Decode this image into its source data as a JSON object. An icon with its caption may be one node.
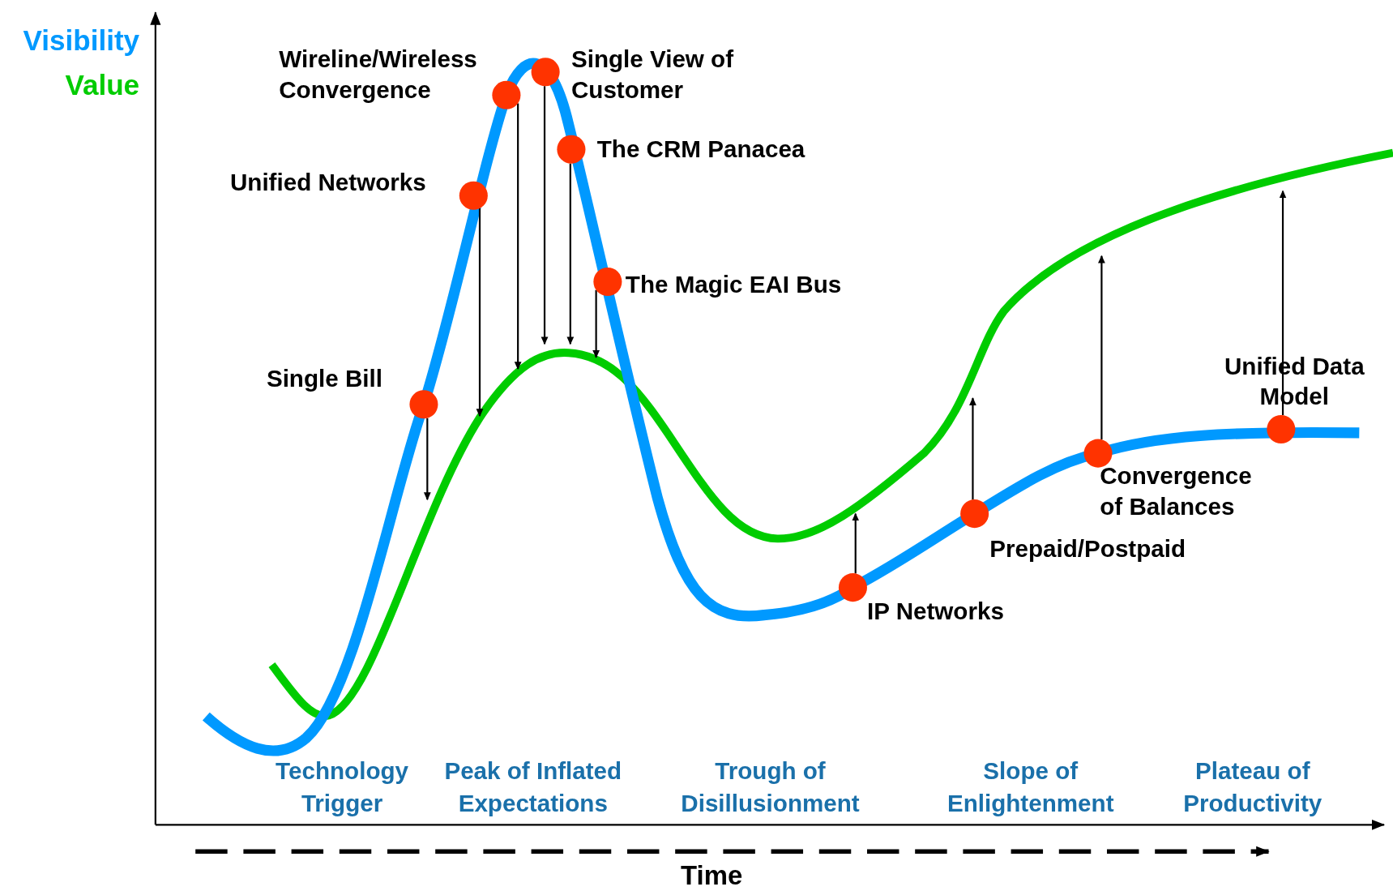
{
  "diagram": {
    "nodes": [
      {
        "text": [],
        "shape": "circle",
        "beside": [
          "Wireline/Wireless Convergence"
        ]
      },
      {
        "text": [],
        "shape": "circle",
        "beside": [
          "Single View of Customer"
        ]
      },
      {
        "text": [],
        "shape": "circle",
        "beside": [
          "The CRM Panacea"
        ]
      },
      {
        "text": [],
        "shape": "circle",
        "beside": [
          "Unified Networks"
        ]
      },
      {
        "text": [],
        "shape": "circle",
        "beside": [
          "The Magic EAI Bus"
        ]
      },
      {
        "text": [],
        "shape": "circle",
        "beside": [
          "Single Bill"
        ]
      },
      {
        "text": [],
        "shape": "circle",
        "beside": [
          "Unified Data Model"
        ]
      },
      {
        "text": [],
        "shape": "circle",
        "beside": [
          "Convergence of Balances"
        ]
      },
      {
        "text": [],
        "shape": "circle",
        "beside": [
          "Prepaid/Postpaid"
        ]
      },
      {
        "text": [],
        "shape": "circle",
        "beside": [
          "IP Networks"
        ]
      }
    ],
    "edges": [
      {
        "from": 0,
        "to": null,
        "arrow": "to"
      },
      {
        "from": 1,
        "to": null,
        "arrow": "to"
      },
      {
        "from": 2,
        "to": null,
        "arrow": "to"
      },
      {
        "from": 3,
        "to": null,
        "arrow": "to"
      },
      {
        "from": 4,
        "to": null,
        "arrow": "to"
      },
      {
        "from": 5,
        "to": null,
        "arrow": "to"
      },
      {
        "from": 6,
        "to": null,
        "arrow": "to"
      },
      {
        "from": 7,
        "to": null,
        "arrow": "to"
      },
      {
        "from": 8,
        "to": null,
        "arrow": "to"
      },
      {
        "from": 9,
        "to": null,
        "arrow": "to"
      }
    ],
    "labels": [
      "Technology Trigger",
      "Peak of Inflated Expectations",
      "Trough of Disillusionment",
      "Slope of Enlightenment",
      "Plateau of Productivity",
      "Time"
    ],
    "legend": [
      {
        "text": "Visibility",
        "color": "#0099ff"
      },
      {
        "text": "Value",
        "color": "#00cc00"
      }
    ]
  }
}
